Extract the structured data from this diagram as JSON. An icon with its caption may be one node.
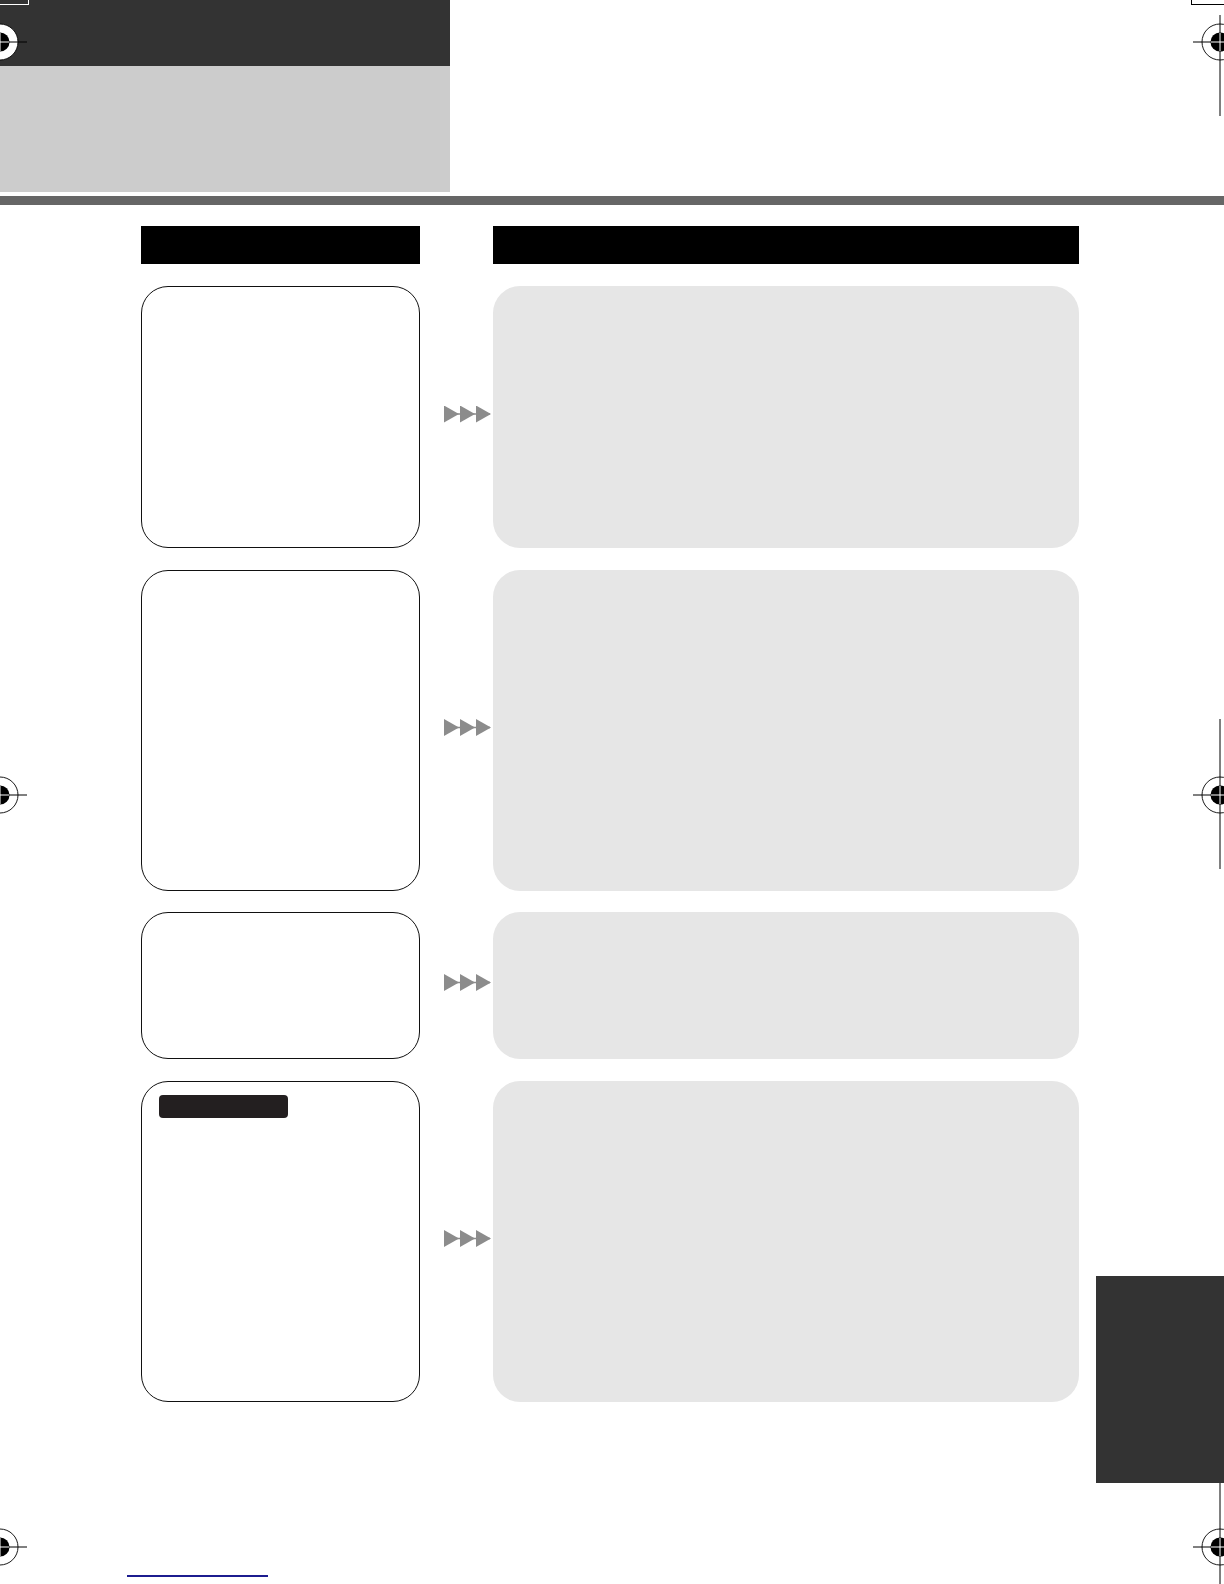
{
  "diagram": {
    "nodes": [
      {
        "text": [],
        "shape": "box"
      },
      {
        "text": [],
        "shape": "box"
      },
      {
        "text": [],
        "shape": "box"
      },
      {
        "text": [],
        "shape": "box"
      },
      {
        "text": [],
        "shape": "box"
      },
      {
        "text": [],
        "shape": "box"
      },
      {
        "text": [],
        "shape": "box"
      },
      {
        "text": [],
        "shape": "bar",
        "in": 6
      },
      {
        "text": [],
        "shape": "box"
      },
      {
        "text": [],
        "shape": "box"
      }
    ],
    "edges": [
      {
        "from": 0,
        "to": 1,
        "arrow": "to"
      },
      {
        "from": 2,
        "to": 3,
        "arrow": "to"
      },
      {
        "from": 4,
        "to": 5,
        "arrow": "to"
      },
      {
        "from": 6,
        "to": 8,
        "arrow": "to"
      }
    ]
  }
}
